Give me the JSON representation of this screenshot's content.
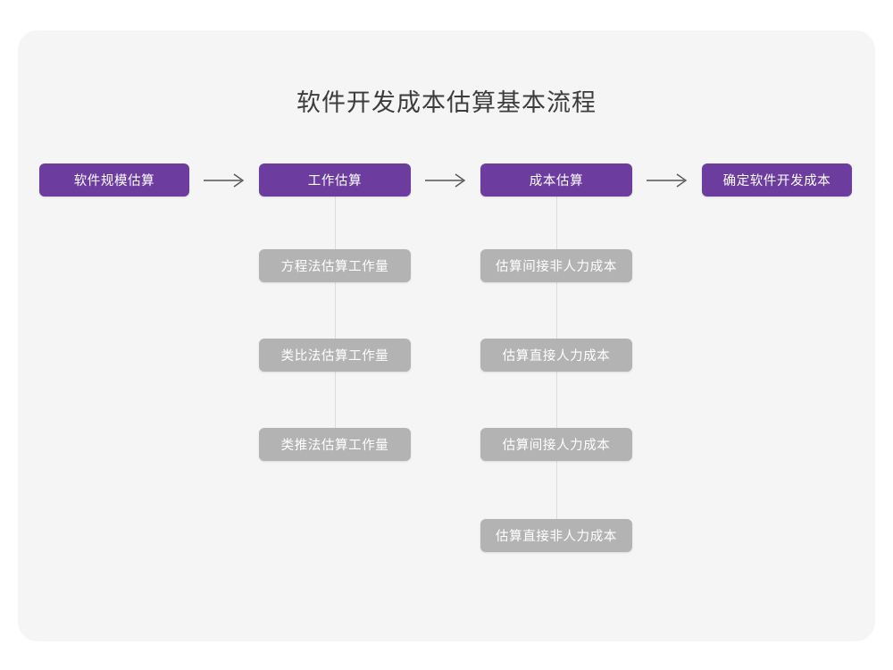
{
  "page": {
    "title": "软件开发成本估算基本流程",
    "background_color": "#ffffff",
    "card_color": "#f5f5f5",
    "accent_color": "#6c3d9e",
    "sub_color": "#b3b3b3",
    "connector_color": "#dcdcdc",
    "arrow_color": "#555555"
  },
  "flow": {
    "arrows": [
      {
        "name": "arrow-1",
        "glyph": "→"
      },
      {
        "name": "arrow-2",
        "glyph": "→"
      },
      {
        "name": "arrow-3",
        "glyph": "→"
      }
    ],
    "stages": [
      {
        "id": "stage-1",
        "label": "软件规模估算",
        "sub_items": []
      },
      {
        "id": "stage-2",
        "label": "工作估算",
        "sub_items": [
          {
            "label": "方程法估算工作量"
          },
          {
            "label": "类比法估算工作量"
          },
          {
            "label": "类推法估算工作量"
          }
        ]
      },
      {
        "id": "stage-3",
        "label": "成本估算",
        "sub_items": [
          {
            "label": "估算间接非人力成本"
          },
          {
            "label": "估算直接人力成本"
          },
          {
            "label": "估算间接人力成本"
          },
          {
            "label": "估算直接非人力成本"
          }
        ]
      },
      {
        "id": "stage-4",
        "label": "确定软件开发成本",
        "sub_items": []
      }
    ]
  }
}
